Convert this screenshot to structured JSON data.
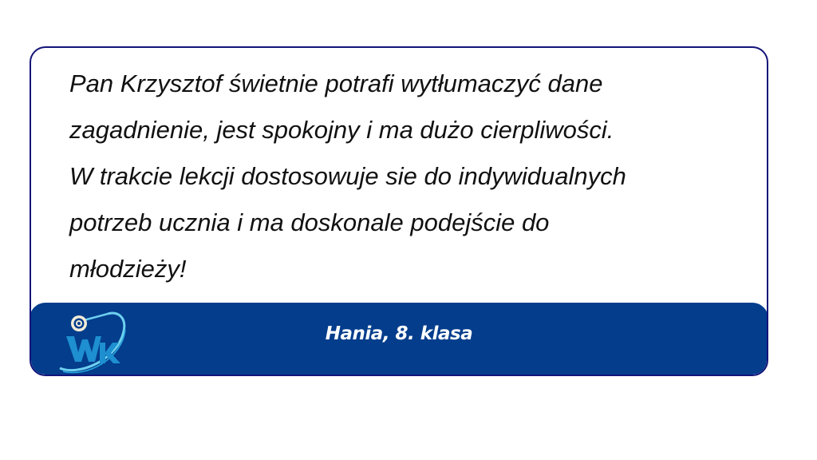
{
  "testimonial": {
    "quote_lines": [
      "Pan Krzysztof świetnie potrafi wytłumaczyć dane",
      "zagadnienie, jest spokojny i ma dużo cierpliwości.",
      "W trakcie lekcji dostosowuje sie do indywidualnych",
      "potrzeb ucznia i ma doskonale podejście do",
      "młodzieży!"
    ],
    "author": "Hania, 8. klasa"
  },
  "logo": {
    "icon": "wk-logo-icon",
    "letters": "WK"
  },
  "colors": {
    "border": "#14147a",
    "footer": "#033d8c",
    "logo_primary": "#1e8fd0",
    "logo_accent": "#6fd0f0"
  }
}
